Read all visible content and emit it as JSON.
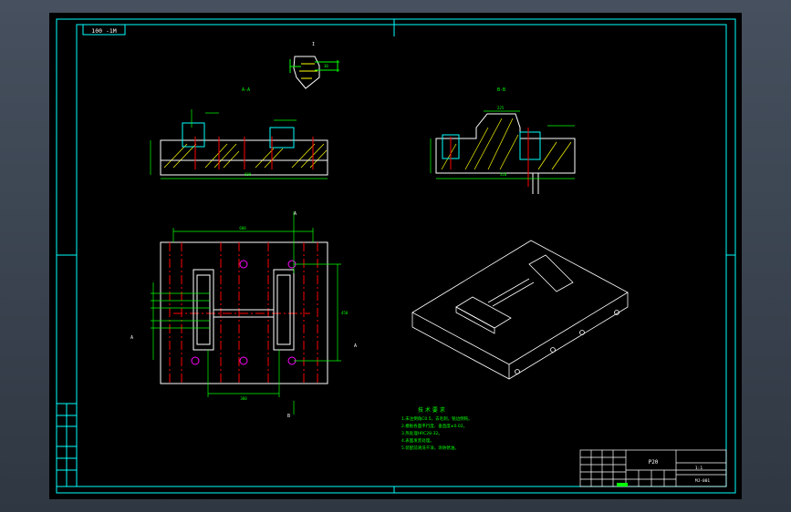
{
  "colors": {
    "viewport_bg": "#3c4552",
    "canvas_bg": "#000000",
    "frame": "#00ffff",
    "outline": "#ffffff",
    "hatch": "#ffff00",
    "dimension": "#00ff00",
    "centerline": "#ff0000",
    "hole_marker": "#ff00ff",
    "part_green": "#00ff00"
  },
  "title_tab": "100 -1M",
  "section_labels": [
    "A-A",
    "B-B"
  ],
  "view_markers": {
    "top_view_a": "A",
    "top_view_b": "B",
    "side_a": "A",
    "side_a2": "A",
    "detail": "I"
  },
  "tech_notes": {
    "heading": "技 术 要 求",
    "lines": [
      "1.未注倒角C0.5，去毛刺，锐边倒钝。",
      "2.模板各面平行度、垂直度≤0.02。",
      "3.热处理HRC28-32。",
      "4.表面发黑处理。",
      "5.装配前清洗干净，涂防锈油。"
    ]
  },
  "title_block": {
    "material": "P20",
    "scale": "1:1",
    "drawing_no": "MJ-001",
    "name": ""
  },
  "left_strip_labels": [
    "",
    "",
    "",
    "",
    "",
    ""
  ],
  "dims": {
    "width_top": "600",
    "width_bottom": "380",
    "height_right": "450",
    "detail_a1": "30",
    "detail_a2": "15",
    "sec_b_width": "520",
    "sec_b_top": "225",
    "sec_a_width": "600"
  }
}
